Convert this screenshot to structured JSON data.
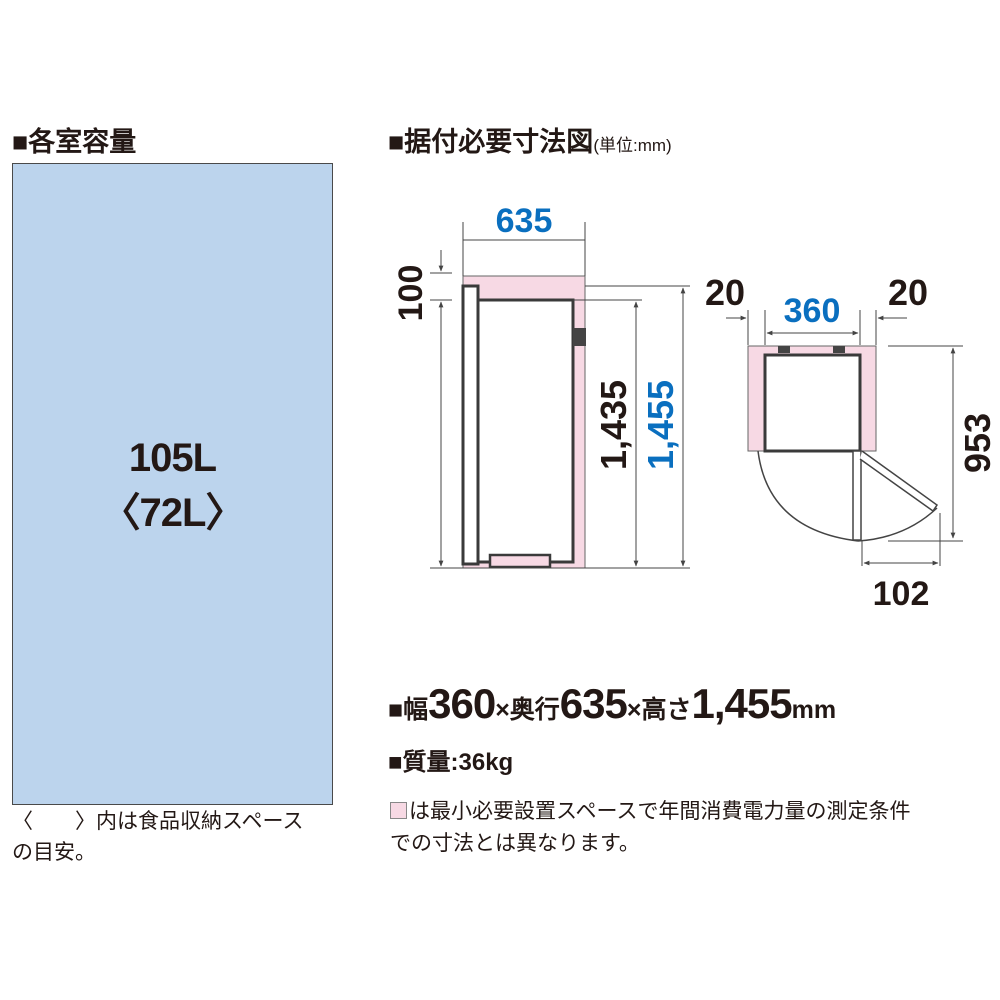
{
  "capacity": {
    "heading": "■各室容量",
    "total": "105L",
    "food": "〈72L〉",
    "note_line1": "〈　　〉内は食品収納スペース",
    "note_line2": "の目安。"
  },
  "install": {
    "heading": "■据付必要寸法図",
    "unit": "(単位:mm)",
    "side": {
      "depth": "635",
      "top_clearance": "100",
      "body_height": "1,435",
      "total_height": "1,455"
    },
    "top": {
      "left_gap": "20",
      "width": "360",
      "right_gap": "20",
      "door_depth": "953",
      "door_offset": "102"
    }
  },
  "specs": {
    "size_prefix": "■幅",
    "width": "360",
    "x1": "×奥行",
    "depth": "635",
    "x2": "×高さ",
    "height": "1,455",
    "unit": "mm",
    "weight_label": "■質量:",
    "weight": "36kg"
  },
  "legend": {
    "line1": "は最小必要設置スペースで年間消費電力量の測定条件",
    "line2": "での寸法とは異なります。"
  },
  "colors": {
    "blue_text": "#0a6fbf",
    "pink": "#f7d9e4",
    "capacity_fill": "#bcd4ed"
  }
}
